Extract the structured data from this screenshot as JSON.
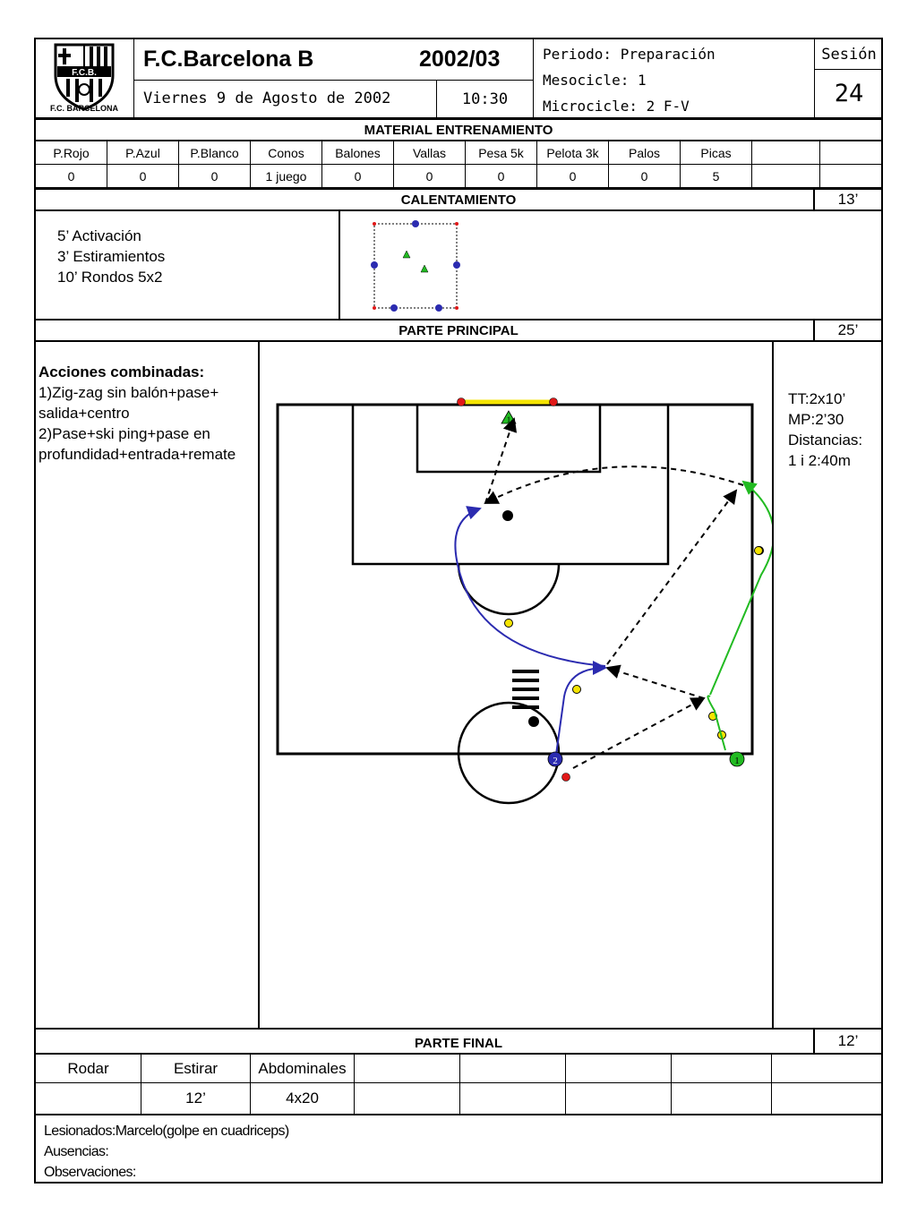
{
  "club": {
    "logo_initials": "F.C.B.",
    "logo_caption": "F.C. BARCELONA"
  },
  "header": {
    "team": "F.C.Barcelona B",
    "season": "2002/03",
    "date": "Viernes 9 de Agosto de 2002",
    "time": "10:30",
    "periodo": "Periodo: Preparación",
    "mesocicle": "Mesocicle: 1",
    "microcicle": "Microcicle: 2  F-V",
    "sesion_label": "Sesión",
    "sesion_number": "24"
  },
  "material": {
    "title": "MATERIAL ENTRENAMIENTO",
    "columns": [
      "P.Rojo",
      "P.Azul",
      "P.Blanco",
      "Conos",
      "Balones",
      "Vallas",
      "Pesa 5k",
      "Pelota 3k",
      "Palos",
      "Picas",
      "",
      ""
    ],
    "values": [
      "0",
      "0",
      "0",
      "1 juego",
      "0",
      "0",
      "0",
      "0",
      "0",
      "5",
      "",
      ""
    ]
  },
  "calentamiento": {
    "title": "CALENTAMIENTO",
    "duration": "13’",
    "items": [
      "5’ Activación",
      "3’ Estiramientos",
      "10’ Rondos 5x2"
    ]
  },
  "principal": {
    "title": "PARTE  PRINCIPAL",
    "duration": "25’",
    "heading": "Acciones combinadas:",
    "lines": [
      "1)Zig-zag sin balón+pase+",
      "salida+centro",
      "2)Pase+ski ping+pase en",
      "profundidad+entrada+remate"
    ],
    "notes": [
      "TT:2x10’",
      "MP:2’30",
      "Distancias:",
      "1 i 2:40m"
    ],
    "player_labels": [
      "2",
      "1",
      "1"
    ]
  },
  "final": {
    "title": "PARTE FINAL",
    "duration": "12’",
    "row1": [
      "Rodar",
      "Estirar",
      "Abdominales",
      "",
      "",
      "",
      "",
      ""
    ],
    "row2": [
      "",
      "12’",
      "4x20",
      "",
      "",
      "",
      "",
      ""
    ]
  },
  "footer": {
    "lesionados": "Lesionados:Marcelo(golpe en cuadriceps)",
    "ausencias": "Ausencias:",
    "observaciones": "Observaciones:"
  },
  "colors": {
    "blue_path": "#2b2bb0",
    "green_path": "#22bb22",
    "yellow": "#f5e400",
    "red": "#e01818"
  }
}
